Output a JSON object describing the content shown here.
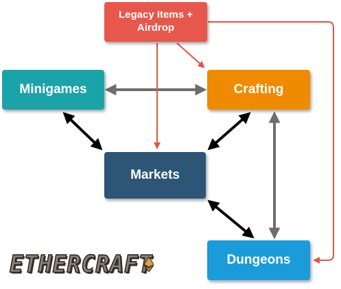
{
  "colors": {
    "legacy": "#e8574b",
    "minigames": "#1aa3a9",
    "crafting": "#f08a00",
    "markets": "#2c5576",
    "dungeons": "#1b9bd9",
    "gray_arrow": "#6d6d6d",
    "black_arrow": "#000000",
    "red_arrow": "#e05545"
  },
  "nodes": {
    "legacy": "Legacy Items + Airdrop",
    "minigames": "Minigames",
    "crafting": "Crafting",
    "markets": "Markets",
    "dungeons": "Dungeons"
  },
  "logo": {
    "text": "ETHERCRAFT",
    "icon": "ethereum-diamond-icon"
  }
}
